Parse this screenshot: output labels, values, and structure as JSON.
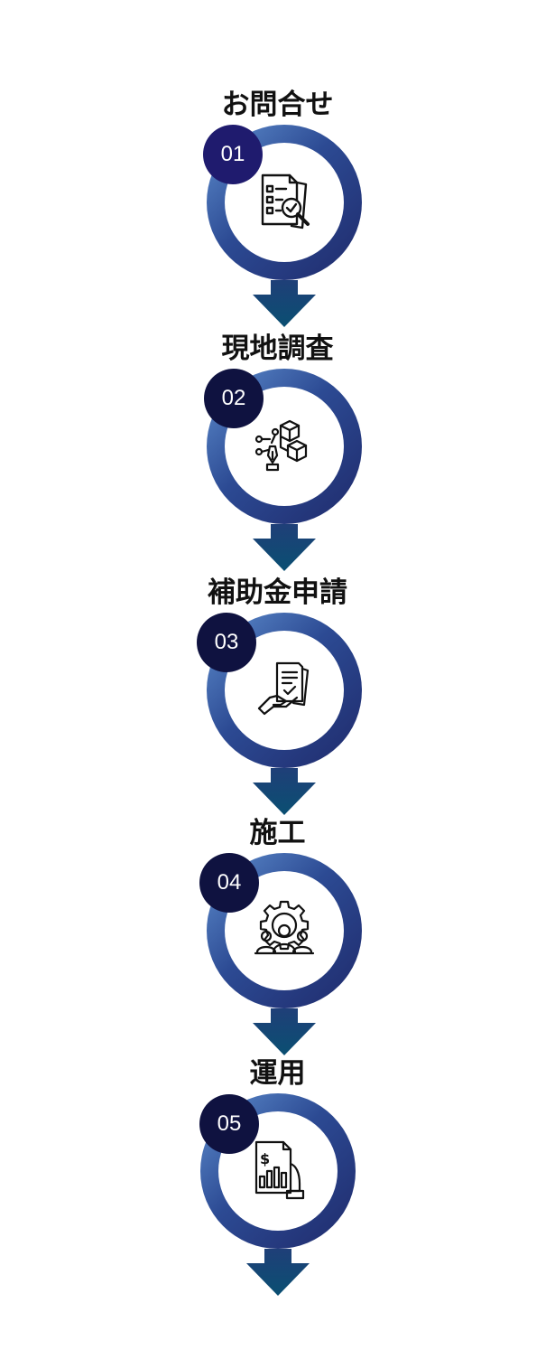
{
  "steps": [
    {
      "number": "01",
      "title": "お問合せ",
      "icon": "document-search-icon",
      "number_color": "#1f1b6e"
    },
    {
      "number": "02",
      "title": "現地調査",
      "icon": "design-cubes-icon",
      "number_color": "#0f1240"
    },
    {
      "number": "03",
      "title": "補助金申請",
      "icon": "document-hand-icon",
      "number_color": "#0f1240"
    },
    {
      "number": "04",
      "title": "施工",
      "icon": "gear-team-icon",
      "number_color": "#0f1240"
    },
    {
      "number": "05",
      "title": "運用",
      "icon": "financial-report-icon",
      "number_color": "#0f1240"
    }
  ],
  "colors": {
    "ring_light": "#5f8fcf",
    "ring_dark": "#1f2a6b",
    "badge": "#0f1240",
    "arrow_top": "#1f4f7a",
    "arrow_bottom": "#0a4a70"
  }
}
